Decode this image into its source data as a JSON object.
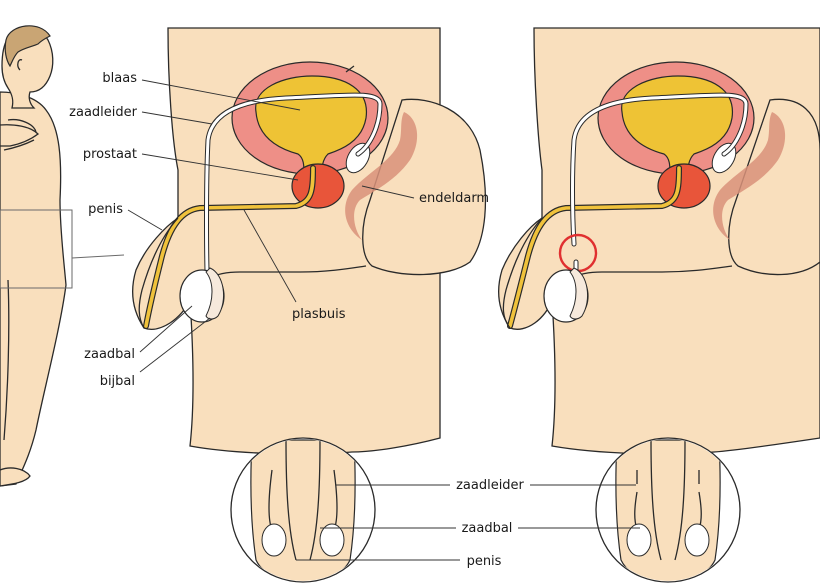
{
  "labels": {
    "bladder": "blaas",
    "vas_deferens": "zaadleider",
    "prostate": "prostaat",
    "penis": "penis",
    "rectum": "endeldarm",
    "urethra": "plasbuis",
    "testis": "zaadbal",
    "epididymis": "bijbal"
  },
  "inset_labels": {
    "vas_deferens": "zaadleider",
    "testis": "zaadbal",
    "penis": "penis"
  },
  "colors": {
    "skin": "#f9dfbd",
    "bladder_wall": "#ee8f87",
    "bladder_fill": "#eec335",
    "prostate": "#e8553a",
    "rectum": "#d9927a",
    "cut_marker": "#e03030"
  }
}
